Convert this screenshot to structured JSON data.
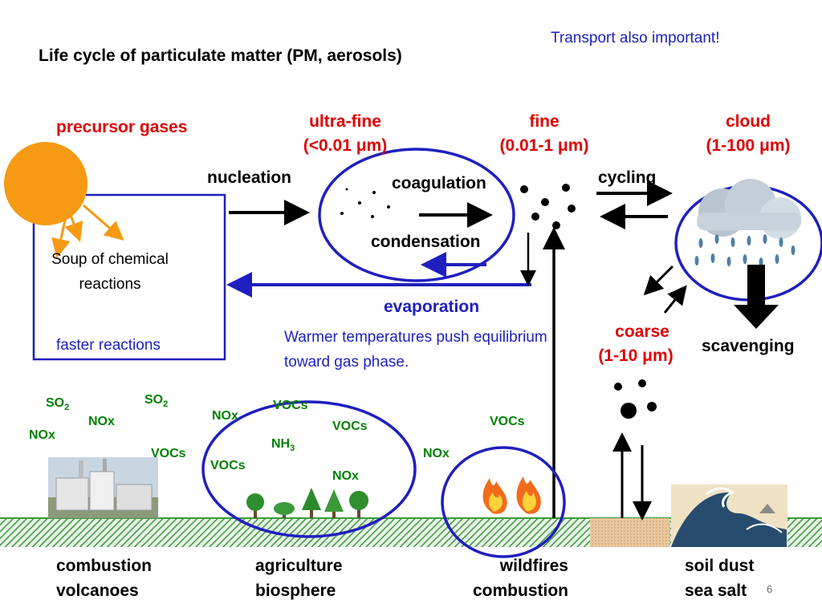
{
  "title": "Life cycle of particulate matter (PM, aerosols)",
  "note": "Transport also important!",
  "size_classes": {
    "ultrafine_name": "ultra-fine",
    "ultrafine_range": "(<0.01 μm)",
    "fine_name": "fine",
    "fine_range": "(0.01-1 μm)",
    "cloud_name": "cloud",
    "cloud_range": "(1-100 μm)",
    "coarse_name": "coarse",
    "coarse_range": "(1-10 μm)"
  },
  "processes": {
    "precursor": "precursor gases",
    "nucleation": "nucleation",
    "coagulation": "coagulation",
    "condensation": "condensation",
    "cycling": "cycling",
    "evaporation": "evaporation",
    "scavenging": "scavenging"
  },
  "box": {
    "soup": "Soup of chemical reactions",
    "faster": "faster reactions"
  },
  "warmer_note": "Warmer temperatures push equilibrium toward gas phase.",
  "gases": {
    "so2_a": "SO",
    "so2_a_sub": "2",
    "so2_b": "SO",
    "so2_b_sub": "2",
    "nox_a": "NOx",
    "nox_b": "NOx",
    "nox_c": "NOx",
    "nox_d": "NOx",
    "nox_e": "NOx",
    "vocs_a": "VOCs",
    "vocs_b": "VOCs",
    "vocs_c": "VOCs",
    "vocs_d": "VOCs",
    "vocs_e": "VOCs",
    "nh3": "NH",
    "nh3_sub": "3"
  },
  "sources": {
    "combustion": "combustion",
    "volcanoes": "volcanoes",
    "agriculture": "agriculture",
    "biosphere": "biosphere",
    "wildfires": "wildfires",
    "combustion2": "combustion",
    "soil_dust": "soil dust",
    "sea_salt": "sea salt"
  },
  "page_number": "6",
  "colors": {
    "sun": "#f59a12",
    "blue": "#1f1fbf",
    "red": "#e00000",
    "green_text": "#008000",
    "ground": "#3c9a3c"
  }
}
